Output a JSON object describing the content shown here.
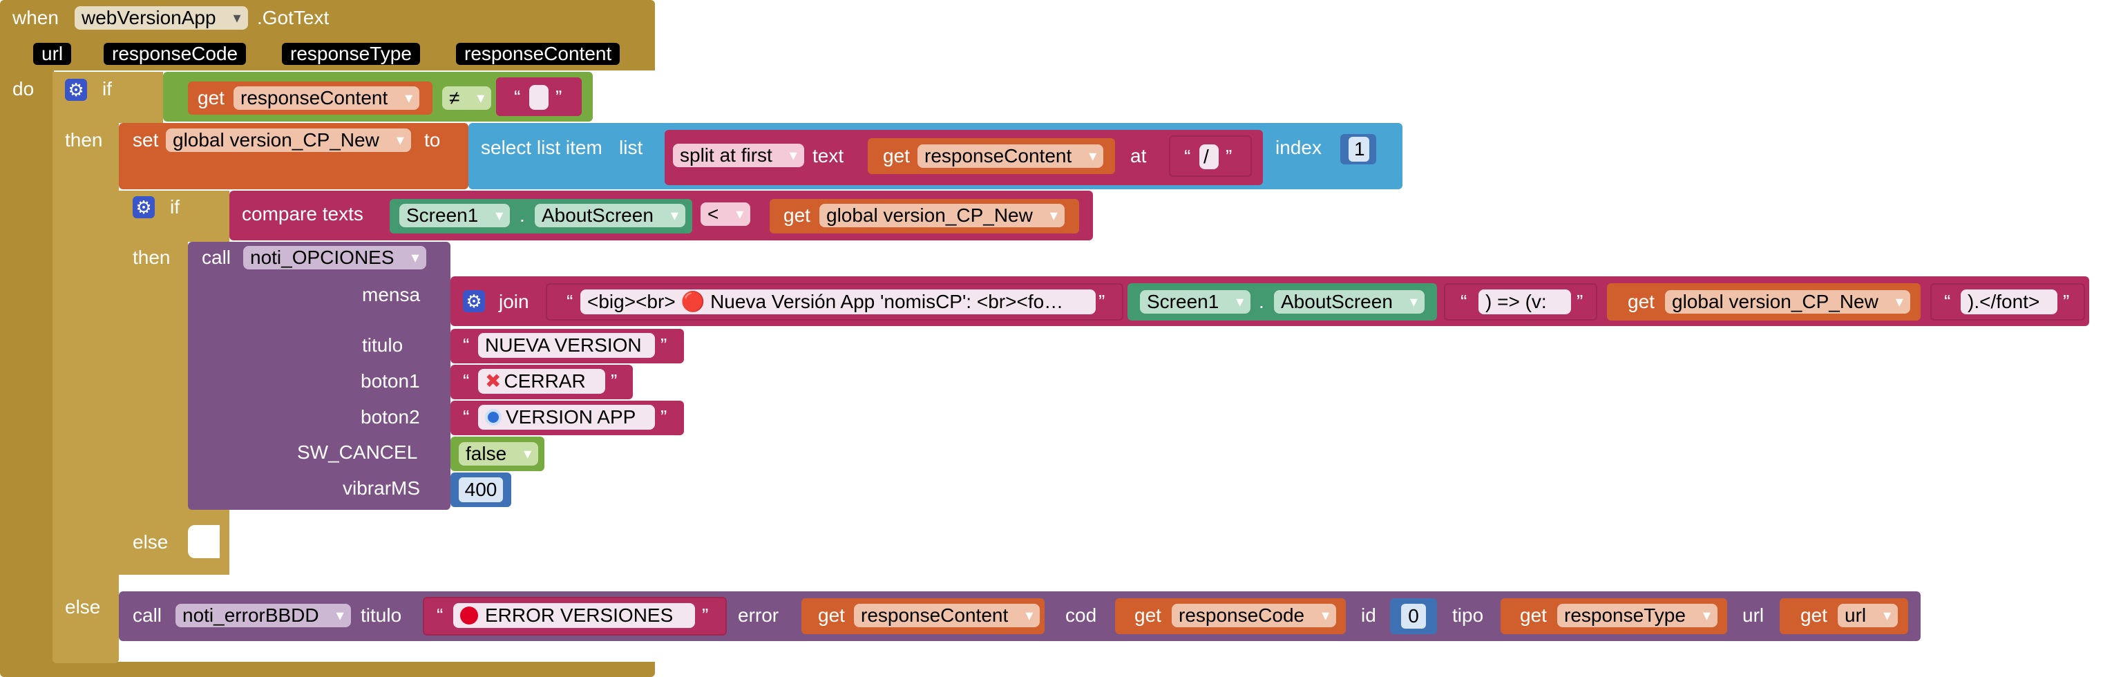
{
  "event": {
    "when": "when",
    "component": "webVersionApp",
    "event_name": ".GotText",
    "params": [
      "url",
      "responseCode",
      "responseType",
      "responseContent"
    ],
    "do": "do"
  },
  "if1": {
    "if": "if",
    "get": "get",
    "var": "responseContent",
    "op": "≠",
    "then": "then",
    "else": "else"
  },
  "set": {
    "set": "set",
    "var": "global version_CP_New",
    "to": "to",
    "select_label": "select list item",
    "list_label": "list",
    "split_label": "split at first",
    "text_label": "text",
    "get": "get",
    "get_var": "responseContent",
    "at_label": "at",
    "at_value": "/",
    "index_label": "index",
    "index_value": "1"
  },
  "if2": {
    "if": "if",
    "compare_label": "compare texts",
    "screen": "Screen1",
    "dot": ".",
    "prop": "AboutScreen",
    "op": "<",
    "get": "get",
    "var": "global version_CP_New",
    "then": "then",
    "else": "else"
  },
  "call1": {
    "call": "call",
    "proc": "noti_OPCIONES",
    "args": {
      "mensa": "mensa",
      "titulo": "titulo",
      "boton1": "boton1",
      "boton2": "boton2",
      "sw_cancel": "SW_CANCEL",
      "vibrar": "vibrarMS"
    },
    "join_label": "join",
    "join_text1": "<big><br> 🔴 Nueva Versión App 'nomisCP': <br><fo…",
    "join_screen": "Screen1",
    "join_dot": ".",
    "join_prop": "AboutScreen",
    "join_text2": ") => (v:",
    "join_get": "get",
    "join_var": "global version_CP_New",
    "join_text3": ").</font>",
    "titulo_value": "NUEVA VERSION",
    "boton1_value": "CERRAR",
    "boton2_value": "VERSION APP",
    "sw_value": "false",
    "vibrar_value": "400"
  },
  "call2": {
    "call": "call",
    "proc": "noti_errorBBDD",
    "titulo_label": "titulo",
    "titulo_value": "ERROR VERSIONES",
    "error_label": "error",
    "error_get": "get",
    "error_var": "responseContent",
    "cod_label": "cod",
    "cod_get": "get",
    "cod_var": "responseCode",
    "id_label": "id",
    "id_value": "0",
    "tipo_label": "tipo",
    "tipo_get": "get",
    "tipo_var": "responseType",
    "url_label": "url",
    "url_get": "get",
    "url_var": "url"
  },
  "quote_open": "“",
  "quote_close": "”",
  "icons": {
    "gear": "gear-icon",
    "dropdown": "chevron-down-icon",
    "red_circle": "red-circle-icon",
    "cross_mark": "cross-mark-icon",
    "target": "target-icon"
  },
  "colors": {
    "event": "#B18E35",
    "control": "#B18E35",
    "variable": "#D05F2D",
    "text": "#B32D5E",
    "math": "#3F71B5",
    "list": "#49A6D4",
    "procedure": "#7C5385",
    "logic": "#77AB41",
    "component": "#439970"
  }
}
